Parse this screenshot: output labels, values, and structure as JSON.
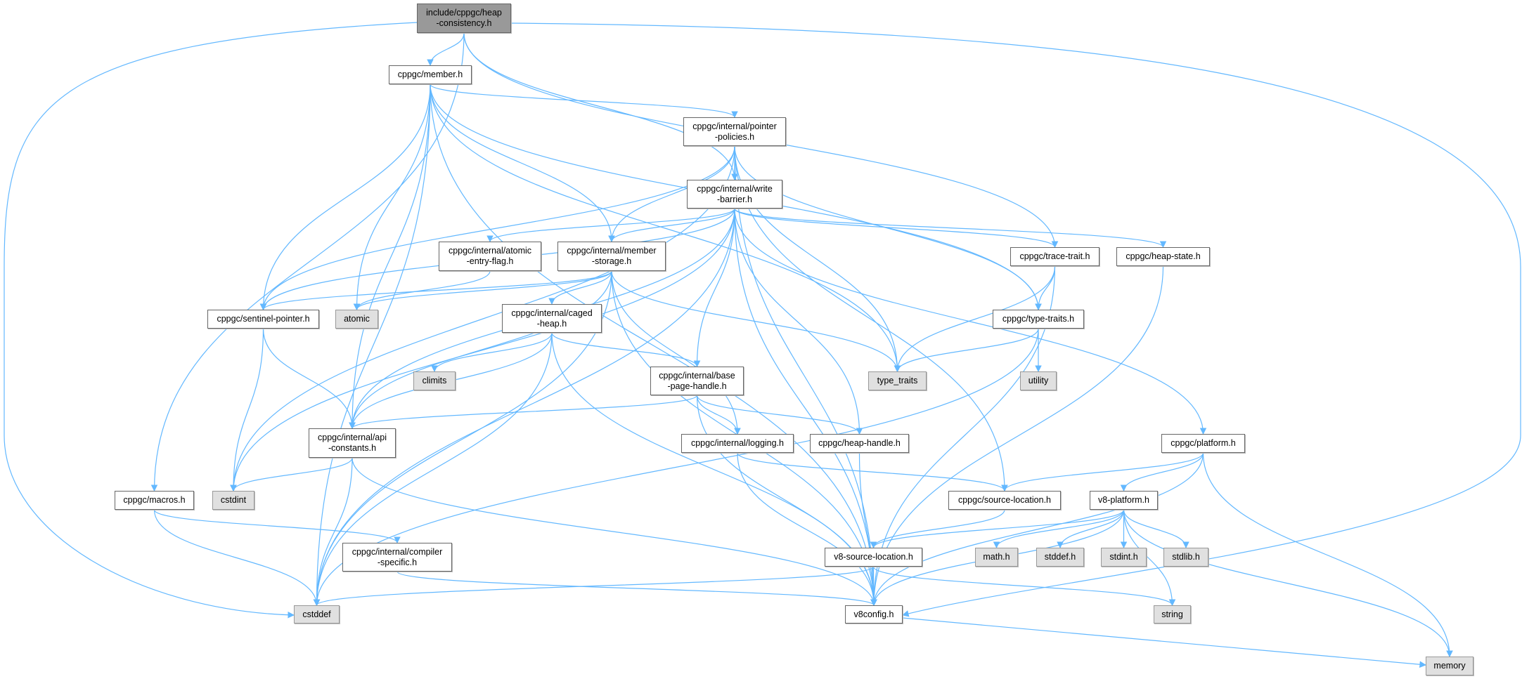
{
  "graph": {
    "title": "include/cppgc/heap-consistency.h include dependency graph",
    "colors": {
      "edge": "#63b8ff",
      "root_fill": "#999999",
      "system_fill": "#e0e0e0"
    },
    "nodes": [
      {
        "id": "root",
        "label": "include/cppgc/heap\n-consistency.h",
        "kind": "root"
      },
      {
        "id": "member",
        "label": "cppgc/member.h",
        "kind": "file"
      },
      {
        "id": "ptrpol",
        "label": "cppgc/internal/pointer\n-policies.h",
        "kind": "file"
      },
      {
        "id": "wb",
        "label": "cppgc/internal/write\n-barrier.h",
        "kind": "file"
      },
      {
        "id": "aef",
        "label": "cppgc/internal/atomic\n-entry-flag.h",
        "kind": "file"
      },
      {
        "id": "ms",
        "label": "cppgc/internal/member\n-storage.h",
        "kind": "file"
      },
      {
        "id": "sp",
        "label": "cppgc/sentinel-pointer.h",
        "kind": "file"
      },
      {
        "id": "atomic",
        "label": "atomic",
        "kind": "system"
      },
      {
        "id": "caged",
        "label": "cppgc/internal/caged\n-heap.h",
        "kind": "file"
      },
      {
        "id": "trace",
        "label": "cppgc/trace-trait.h",
        "kind": "file"
      },
      {
        "id": "hstate",
        "label": "cppgc/heap-state.h",
        "kind": "file"
      },
      {
        "id": "ttraits",
        "label": "cppgc/type-traits.h",
        "kind": "file"
      },
      {
        "id": "climits",
        "label": "climits",
        "kind": "system"
      },
      {
        "id": "bph",
        "label": "cppgc/internal/base\n-page-handle.h",
        "kind": "file"
      },
      {
        "id": "api",
        "label": "cppgc/internal/api\n-constants.h",
        "kind": "file"
      },
      {
        "id": "logging",
        "label": "cppgc/internal/logging.h",
        "kind": "file"
      },
      {
        "id": "macros",
        "label": "cppgc/macros.h",
        "kind": "file"
      },
      {
        "id": "cstdint",
        "label": "cstdint",
        "kind": "system"
      },
      {
        "id": "compiler",
        "label": "cppgc/internal/compiler\n-specific.h",
        "kind": "file"
      },
      {
        "id": "cstddef",
        "label": "cstddef",
        "kind": "system"
      },
      {
        "id": "type_traits",
        "label": "type_traits",
        "kind": "system"
      },
      {
        "id": "utility",
        "label": "utility",
        "kind": "system"
      },
      {
        "id": "hhandle",
        "label": "cppgc/heap-handle.h",
        "kind": "file"
      },
      {
        "id": "platform",
        "label": "cppgc/platform.h",
        "kind": "file"
      },
      {
        "id": "srcloc",
        "label": "cppgc/source-location.h",
        "kind": "file"
      },
      {
        "id": "v8plat",
        "label": "v8-platform.h",
        "kind": "file"
      },
      {
        "id": "v8srcloc",
        "label": "v8-source-location.h",
        "kind": "file"
      },
      {
        "id": "math",
        "label": "math.h",
        "kind": "system"
      },
      {
        "id": "stddef",
        "label": "stddef.h",
        "kind": "system"
      },
      {
        "id": "stdint",
        "label": "stdint.h",
        "kind": "system"
      },
      {
        "id": "stdlib",
        "label": "stdlib.h",
        "kind": "system"
      },
      {
        "id": "v8config",
        "label": "v8config.h",
        "kind": "file"
      },
      {
        "id": "string",
        "label": "string",
        "kind": "system"
      },
      {
        "id": "memory",
        "label": "memory",
        "kind": "system"
      }
    ],
    "edges": [
      [
        "root",
        "member"
      ],
      [
        "root",
        "wb"
      ],
      [
        "root",
        "trace"
      ],
      [
        "root",
        "macros"
      ],
      [
        "root",
        "cstddef"
      ],
      [
        "root",
        "v8config"
      ],
      [
        "member",
        "ptrpol"
      ],
      [
        "member",
        "ms"
      ],
      [
        "member",
        "sp"
      ],
      [
        "member",
        "atomic"
      ],
      [
        "member",
        "api"
      ],
      [
        "member",
        "cstddef"
      ],
      [
        "member",
        "type_traits"
      ],
      [
        "member",
        "ttraits"
      ],
      [
        "member",
        "v8config"
      ],
      [
        "ptrpol",
        "wb"
      ],
      [
        "ptrpol",
        "ms"
      ],
      [
        "ptrpol",
        "sp"
      ],
      [
        "ptrpol",
        "cstdint"
      ],
      [
        "ptrpol",
        "type_traits"
      ],
      [
        "ptrpol",
        "ttraits"
      ],
      [
        "ptrpol",
        "srcloc"
      ],
      [
        "ptrpol",
        "v8config"
      ],
      [
        "wb",
        "aef"
      ],
      [
        "wb",
        "ms"
      ],
      [
        "wb",
        "trace"
      ],
      [
        "wb",
        "hstate"
      ],
      [
        "wb",
        "sp"
      ],
      [
        "wb",
        "cstdint"
      ],
      [
        "wb",
        "api"
      ],
      [
        "wb",
        "cstddef"
      ],
      [
        "wb",
        "bph"
      ],
      [
        "wb",
        "hhandle"
      ],
      [
        "wb",
        "platform"
      ],
      [
        "wb",
        "v8config"
      ],
      [
        "aef",
        "atomic"
      ],
      [
        "ms",
        "sp"
      ],
      [
        "ms",
        "atomic"
      ],
      [
        "ms",
        "api"
      ],
      [
        "ms",
        "caged"
      ],
      [
        "ms",
        "cstddef"
      ],
      [
        "ms",
        "logging"
      ],
      [
        "ms",
        "type_traits"
      ],
      [
        "ms",
        "v8config"
      ],
      [
        "sp",
        "cstdint"
      ],
      [
        "sp",
        "api"
      ],
      [
        "caged",
        "climits"
      ],
      [
        "caged",
        "bph"
      ],
      [
        "caged",
        "api"
      ],
      [
        "caged",
        "cstddef"
      ],
      [
        "caged",
        "v8config"
      ],
      [
        "trace",
        "ttraits"
      ],
      [
        "trace",
        "type_traits"
      ],
      [
        "trace",
        "v8config"
      ],
      [
        "hstate",
        "v8config"
      ],
      [
        "ttraits",
        "type_traits"
      ],
      [
        "ttraits",
        "utility"
      ],
      [
        "ttraits",
        "cstddef"
      ],
      [
        "bph",
        "api"
      ],
      [
        "bph",
        "logging"
      ],
      [
        "bph",
        "hhandle"
      ],
      [
        "bph",
        "v8config"
      ],
      [
        "api",
        "cstdint"
      ],
      [
        "api",
        "cstddef"
      ],
      [
        "api",
        "v8config"
      ],
      [
        "logging",
        "srcloc"
      ],
      [
        "logging",
        "v8config"
      ],
      [
        "hhandle",
        "v8config"
      ],
      [
        "platform",
        "srcloc"
      ],
      [
        "platform",
        "v8plat"
      ],
      [
        "platform",
        "v8config"
      ],
      [
        "platform",
        "memory"
      ],
      [
        "macros",
        "cstddef"
      ],
      [
        "macros",
        "compiler"
      ],
      [
        "compiler",
        "v8config"
      ],
      [
        "srcloc",
        "v8srcloc"
      ],
      [
        "v8plat",
        "v8srcloc"
      ],
      [
        "v8plat",
        "math"
      ],
      [
        "v8plat",
        "stddef"
      ],
      [
        "v8plat",
        "stdint"
      ],
      [
        "v8plat",
        "stdlib"
      ],
      [
        "v8plat",
        "string"
      ],
      [
        "v8plat",
        "memory"
      ],
      [
        "v8plat",
        "v8config"
      ],
      [
        "v8srcloc",
        "cstddef"
      ],
      [
        "v8srcloc",
        "v8config"
      ],
      [
        "v8srcloc",
        "string"
      ],
      [
        "v8config",
        "memory"
      ]
    ]
  }
}
